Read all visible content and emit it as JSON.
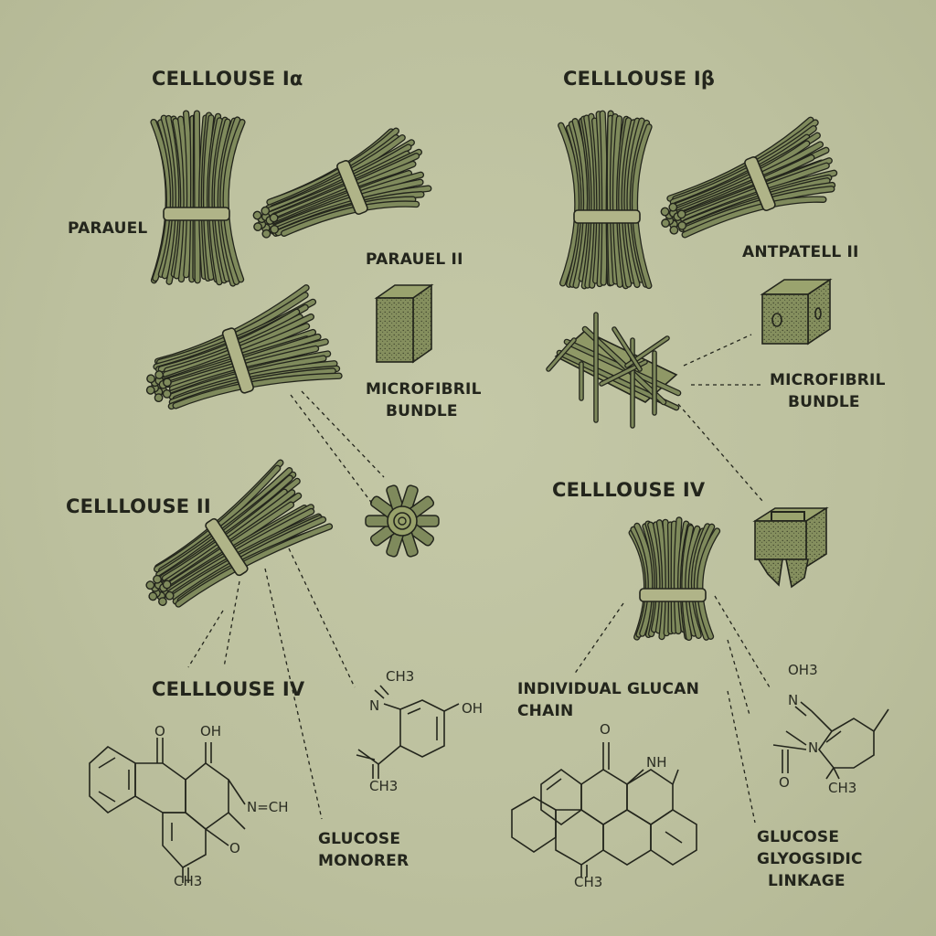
{
  "labels": {
    "title_cellulose_ia": "CELLLOUSE Iα",
    "title_cellulose_ib": "CELLLOUSE Iβ",
    "parauel": "PARAUEL",
    "parauel_ii": "PARAUEL II",
    "antpatell_ii": "ANTPATELL II",
    "microfibril_bundle_left": [
      "MICROFIBRIL",
      "BUNDLE"
    ],
    "microfibril_bundle_right": [
      "MICROFIBRIL",
      "BUNDLE"
    ],
    "title_cellulose_ii": "CELLLOUSE II",
    "title_cellulose_iv_right": "CELLLOUSE IV",
    "title_cellulose_iv_left": "CELLLOUSE IV",
    "individual_glucan_chain": [
      "INDIVIDUAL GLUCAN",
      "CHAIN"
    ],
    "glucose_monorer": [
      "GLUCOSE",
      "MONORER"
    ],
    "glucose_glyogsidic_linkage": [
      "GLUCOSE",
      "GLYOGSIDIC",
      "LINKAGE"
    ]
  },
  "chem_labels": {
    "left_o": "O",
    "left_oh": "OH",
    "left_nch": "N=CH",
    "left_ring_o": "O",
    "left_ch3": "CH3",
    "mid_ch3_top": "CH3",
    "mid_n": "N",
    "mid_oh": "OH",
    "mid_ch3_bottom": "CH3",
    "right_o": "O",
    "right_nh": "NH",
    "right_ch3": "CH3",
    "far_oh3": "OH3",
    "far_n_top": "N",
    "far_n": "N",
    "far_o": "O",
    "far_ch3": "CH3"
  },
  "colors": {
    "background": "#bec2a0",
    "fiber_fill": "#7f8a5c",
    "ink": "#23251c"
  }
}
